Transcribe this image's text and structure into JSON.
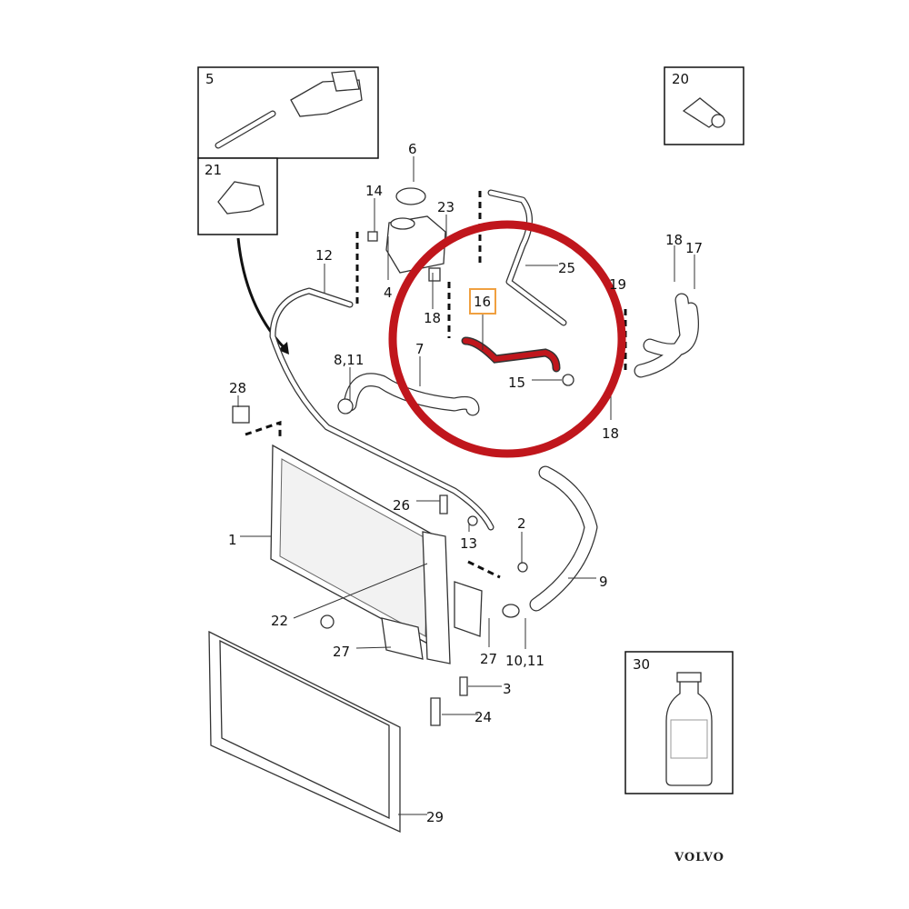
{
  "diagram": {
    "highlight_color": "#c0161c",
    "selected_label_color": "#f0a040",
    "selected_part": "16",
    "brand": "VOLVO",
    "labels": {
      "p5": "5",
      "p20": "20",
      "p21": "21",
      "p30": "30",
      "p6": "6",
      "p14": "14",
      "p23": "23",
      "p12": "12",
      "p4": "4",
      "p25": "25",
      "p18a": "18",
      "p17": "17",
      "p19": "19",
      "p16": "16",
      "p18b": "18",
      "p7": "7",
      "p8_11": "8,11",
      "p15": "15",
      "p28": "28",
      "p18c": "18",
      "p26": "26",
      "p2": "2",
      "p1": "1",
      "p13": "13",
      "p9": "9",
      "p22": "22",
      "p27a": "27",
      "p27b": "27",
      "p10_11": "10,11",
      "p3": "3",
      "p24": "24",
      "p29": "29"
    }
  }
}
